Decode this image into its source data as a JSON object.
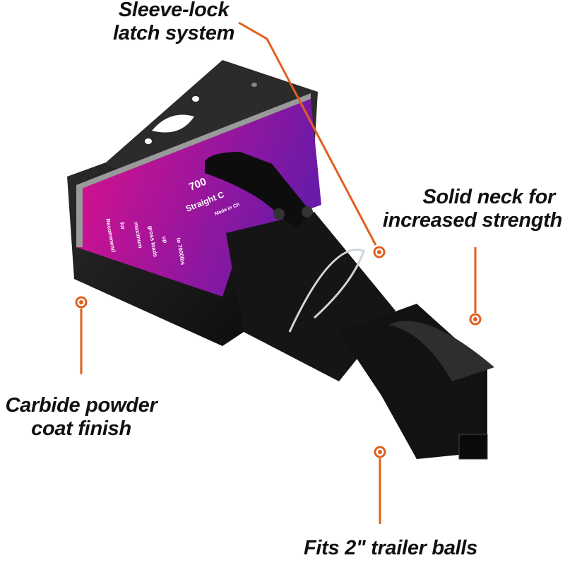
{
  "callouts": {
    "latch": {
      "line1": "Sleeve-lock",
      "line2": "latch system"
    },
    "neck": {
      "line1": "Solid neck for",
      "line2": "increased strength"
    },
    "finish": {
      "line1": "Carbide powder",
      "line2": "coat finish"
    },
    "ball": {
      "line1": "Fits 2\" trailer balls"
    }
  },
  "product_label": {
    "capacity": "700",
    "type": "Straight C",
    "origin": "Made in Ch",
    "side_text": [
      "Recommend",
      "for",
      "maximum",
      "gross loads",
      "up",
      "to 7000lbs"
    ]
  },
  "colors": {
    "accent": "#e0601e",
    "label_gradient_start": "#e0108c",
    "label_gradient_end": "#6a1aa8",
    "product": "#1c1c1c"
  }
}
